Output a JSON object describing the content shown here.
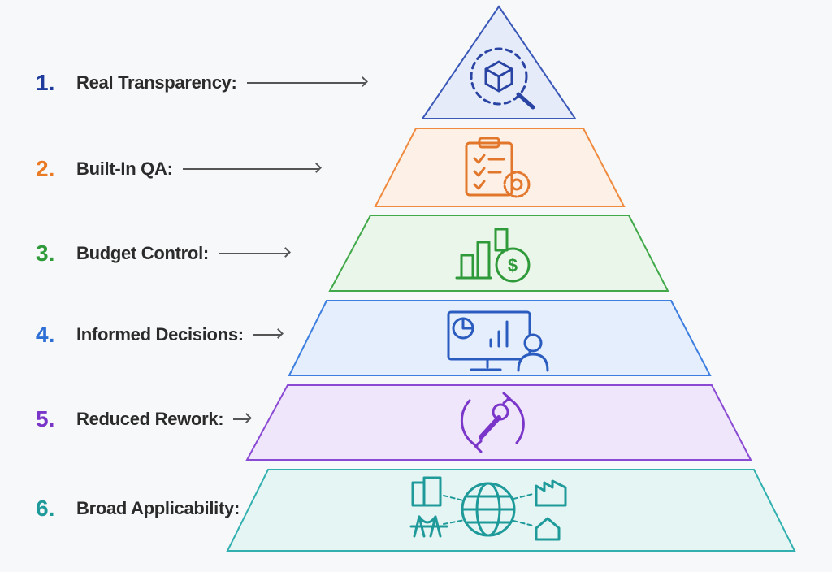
{
  "levels": [
    {
      "num": "1.",
      "label": "Real Transparency:",
      "color": "#1f3c9c",
      "icon": "cube-search-icon"
    },
    {
      "num": "2.",
      "label": "Built-In QA:",
      "color": "#ea7a24",
      "icon": "clipboard-gear-icon"
    },
    {
      "num": "3.",
      "label": "Budget Control:",
      "color": "#2f9a3a",
      "icon": "bar-chart-dollar-icon"
    },
    {
      "num": "4.",
      "label": "Informed Decisions:",
      "color": "#2e6fd6",
      "icon": "monitor-analytics-person-icon"
    },
    {
      "num": "5.",
      "label": "Reduced Rework:",
      "color": "#7a35c9",
      "icon": "wrench-cycle-icon"
    },
    {
      "num": "6.",
      "label": "Broad Applicability:",
      "color": "#1f9a9a",
      "icon": "globe-network-icon"
    }
  ],
  "colors": {
    "background": "#f7f8fa",
    "tier1": {
      "stroke": "#3a58b8",
      "fill": "#e6ebfa"
    },
    "tier2": {
      "stroke": "#ef8a3e",
      "fill": "#fdf0e6"
    },
    "tier3": {
      "stroke": "#41a94a",
      "fill": "#ebf6ea"
    },
    "tier4": {
      "stroke": "#3d7fe0",
      "fill": "#e5eefc"
    },
    "tier5": {
      "stroke": "#8a4ad4",
      "fill": "#efe6fb"
    },
    "tier6": {
      "stroke": "#32b0b0",
      "fill": "#e5f5f4"
    }
  }
}
